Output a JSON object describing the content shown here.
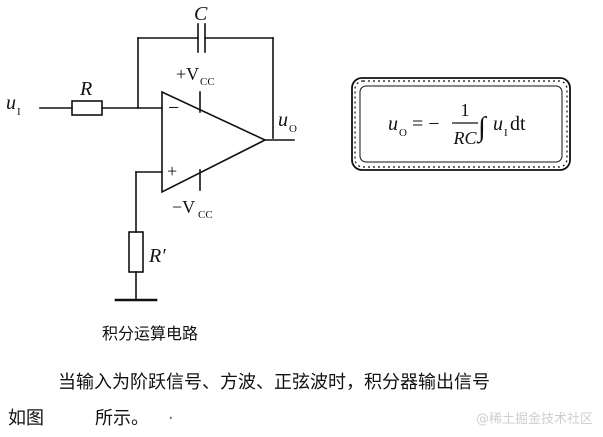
{
  "circuit": {
    "input_label": "u",
    "input_sub": "I",
    "resistor_label": "R",
    "capacitor_label": "C",
    "vcc_pos": "+V",
    "vcc_pos_sub": "CC",
    "vcc_neg": "−V",
    "vcc_neg_sub": "CC",
    "output_label": "u",
    "output_sub": "O",
    "minus_sign": "−",
    "plus_sign": "+",
    "rprime_label": "R′",
    "caption": "积分运算电路"
  },
  "formula": {
    "lhs": "u",
    "lhs_sub": "O",
    "equals": "= −",
    "frac_num": "1",
    "frac_den": "RC",
    "integral": "∫",
    "integrand": "u",
    "integrand_sub": "I",
    "dt": "dt"
  },
  "text": {
    "line1": "当输入为阶跃信号、方波、正弦波时，积分器输出信号",
    "line2_a": "如图",
    "line2_b": "所示。",
    "line2_dot": "·"
  },
  "watermark": "@稀土掘金技术社区",
  "colors": {
    "ink": "#111111",
    "watermark": "#cfcfcf"
  }
}
